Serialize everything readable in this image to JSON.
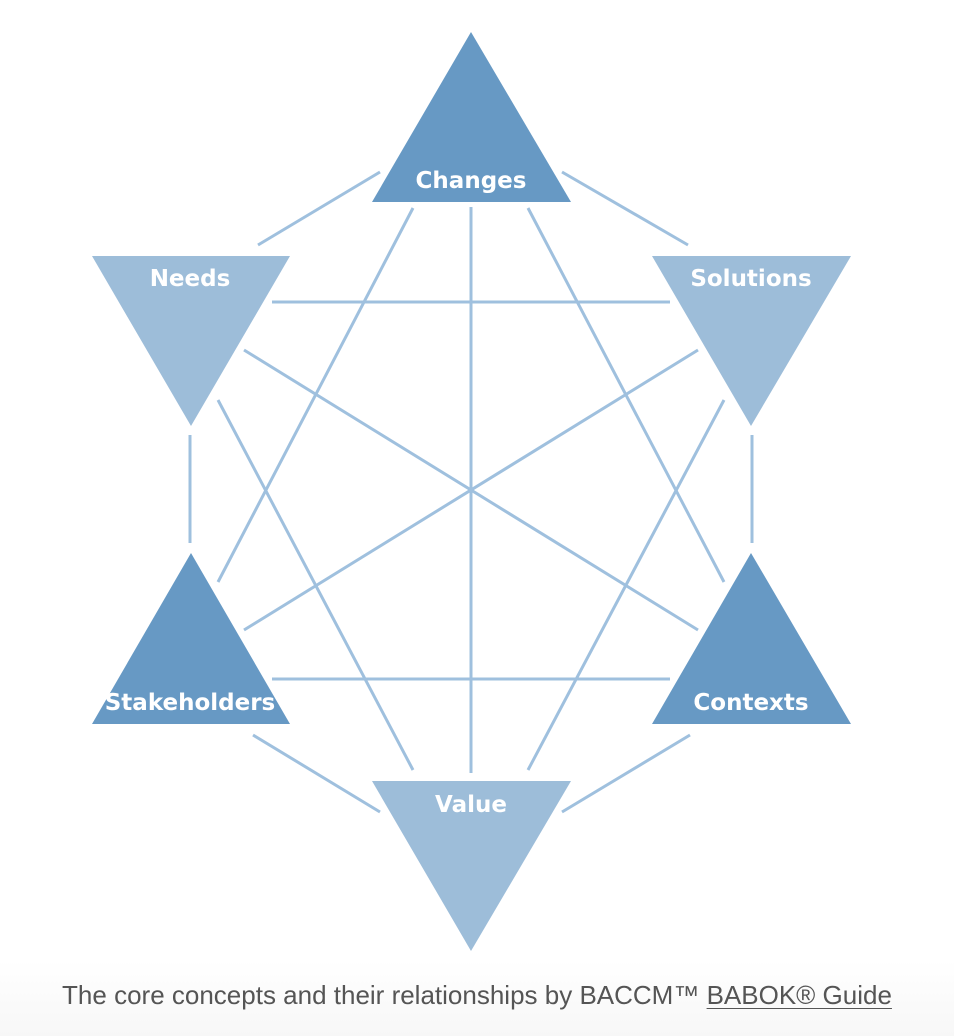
{
  "diagram": {
    "concepts": {
      "changes": "Changes",
      "needs": "Needs",
      "solutions": "Solutions",
      "stakeholders": "Stakeholders",
      "contexts": "Contexts",
      "value": "Value"
    }
  },
  "caption": {
    "text": "The core concepts and their relationships by BACCM™",
    "link_text": "BABOK® Guide"
  },
  "colors": {
    "dark_triangle": "#6799c4",
    "light_triangle": "#9dbdd9",
    "connector_line": "#9fc0de",
    "caption_text": "#555555"
  }
}
